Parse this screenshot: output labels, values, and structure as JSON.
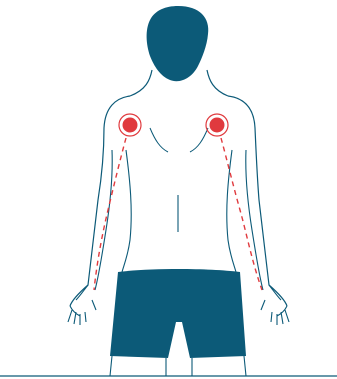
{
  "colors": {
    "background": "#ffffff",
    "outline": "#0c5a78",
    "fill_dark": "#0c5a78",
    "pain_point": "#e03a3e",
    "radiating_line": "#e03a3e",
    "floor": "#0c5a78"
  },
  "figure": {
    "view": "back",
    "pain_points": [
      {
        "side": "left-shoulder",
        "icon": "target-circle-icon"
      },
      {
        "side": "right-shoulder",
        "icon": "target-circle-icon"
      }
    ],
    "radiating_paths": [
      "left-arm",
      "right-arm"
    ]
  }
}
